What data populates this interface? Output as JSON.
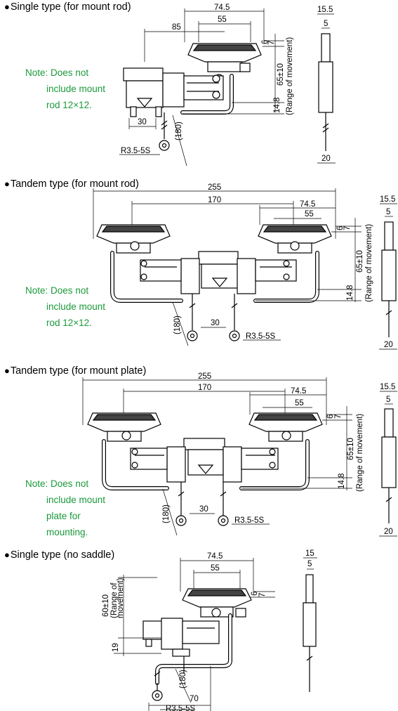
{
  "panels": [
    {
      "title": "Single type (for mount rod)",
      "note": [
        "Note:",
        "Does not",
        "include mount",
        "rod 12×12."
      ],
      "dims": {
        "w1": "74.5",
        "w2": "55",
        "w3": "85",
        "a": "6",
        "b": "7",
        "range": "65±10",
        "range_label": "(Range of movement)",
        "h": "14.8",
        "c": "30",
        "cable": "(180)",
        "terminal": "R3.5-5S",
        "side_top": "15.5",
        "side_mid": "5",
        "side_bot": "20"
      }
    },
    {
      "title": "Tandem type (for mount rod)",
      "note": [
        "Note:",
        "Does not",
        "include mount",
        "rod 12×12."
      ],
      "dims": {
        "w0": "255",
        "w1": "170",
        "w2": "74.5",
        "w3": "55",
        "a": "6",
        "b": "7",
        "range": "65±10",
        "range_label": "(Range of movement)",
        "h": "14.8",
        "c": "30",
        "cable": "(180)",
        "terminal": "R3.5-5S",
        "side_top": "15.5",
        "side_mid": "5",
        "side_bot": "20"
      }
    },
    {
      "title": "Tandem type (for mount plate)",
      "note": [
        "Note:",
        "Does not",
        "include mount",
        "plate for",
        "mounting."
      ],
      "dims": {
        "w0": "255",
        "w1": "170",
        "w2": "74.5",
        "w3": "55",
        "a": "6",
        "b": "7",
        "range": "65±10",
        "range_label": "(Range of movement)",
        "h": "14.8",
        "c": "30",
        "cable": "(180)",
        "terminal": "R3.5-5S",
        "side_top": "15.5",
        "side_mid": "5",
        "side_bot": "20"
      }
    },
    {
      "title": "Single type (no saddle)",
      "dims": {
        "w1": "74.5",
        "w2": "55",
        "a": "6",
        "b": "7",
        "range": "60±10",
        "range_label1": "(Range of",
        "range_label2": "movement)",
        "h": "19",
        "c": "70",
        "cable": "(180)",
        "terminal": "R3.5-5S",
        "side_top": "15",
        "side_mid": "5"
      }
    }
  ],
  "colors": {
    "note": "#1a9a3a",
    "line": "#000000"
  }
}
